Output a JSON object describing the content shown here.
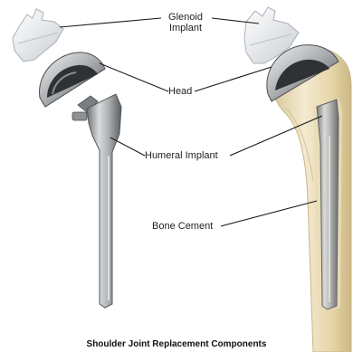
{
  "labels": {
    "glenoid_line1": "Glenoid",
    "glenoid_line2": "Implant",
    "head": "Head",
    "humeral_implant": "Humeral Implant",
    "bone_cement": "Bone Cement"
  },
  "caption": "Shoulder Joint Replacement Components",
  "colors": {
    "metal": "#a9abad",
    "polyethylene": "#e8ebee",
    "bone": "#efe2bf",
    "leader": "#1a1a1a"
  }
}
